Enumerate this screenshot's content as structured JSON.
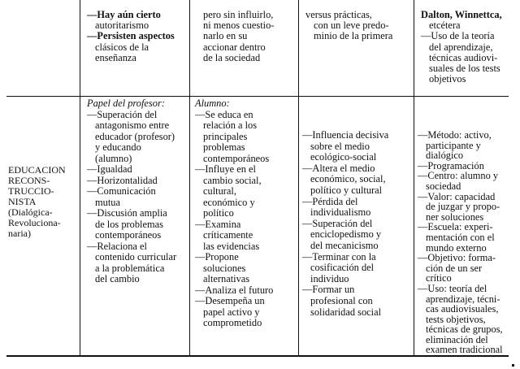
{
  "top_row": {
    "col1": [
      {
        "text": "—Hay aún cierto",
        "bold": true
      },
      {
        "text": "autoritarismo"
      },
      {
        "text": "—Persisten aspectos",
        "bold": true
      },
      {
        "text": "clásicos de la"
      },
      {
        "text": "enseñanza"
      }
    ],
    "col2": [
      {
        "text": "pero sin influirlo,"
      },
      {
        "text": "ni menos cuestio-"
      },
      {
        "text": "narlo en su"
      },
      {
        "text": "accionar dentro"
      },
      {
        "text": "de la sociedad"
      }
    ],
    "col3": [
      {
        "text": "versus prácticas,"
      },
      {
        "text": "con un leve predo-"
      },
      {
        "text": "minio de la primera"
      }
    ],
    "col4": [
      {
        "text": "Dalton, Winnettca,",
        "bold": true
      },
      {
        "text": "etcétera"
      },
      {
        "text": "—Uso de la teoría"
      },
      {
        "text": "del aprendizaje,"
      },
      {
        "text": "técnicas audiovi-"
      },
      {
        "text": "suales de los tests"
      },
      {
        "text": "objetivos"
      }
    ]
  },
  "label": [
    "EDUCACION",
    "RECONS-",
    "TRUCCIO-",
    "NISTA",
    "(Dialógica-",
    "Revoluciona-",
    "naria)"
  ],
  "main_row": {
    "col1_heading": "Papel del profesor:",
    "col1": [
      {
        "text": "—Superación del"
      },
      {
        "text": "antagonismo entre"
      },
      {
        "text": "educador (profesor)"
      },
      {
        "text": "y educando"
      },
      {
        "text": "(alumno)"
      },
      {
        "text": "—Igualdad"
      },
      {
        "text": "—Horizontalidad"
      },
      {
        "text": "—Comunicación"
      },
      {
        "text": "mutua"
      },
      {
        "text": "—Discusión amplia"
      },
      {
        "text": "de los problemas"
      },
      {
        "text": "contemporáneos"
      },
      {
        "text": "—Relaciona el"
      },
      {
        "text": "contenido curricular"
      },
      {
        "text": "a la problemática"
      },
      {
        "text": "del cambio"
      }
    ],
    "col2_heading": "Alumno:",
    "col2": [
      {
        "text": "—Se educa en"
      },
      {
        "text": "relación a los"
      },
      {
        "text": "principales"
      },
      {
        "text": "problemas"
      },
      {
        "text": "contemporáneos"
      },
      {
        "text": "—Influye en el"
      },
      {
        "text": "cambio social,"
      },
      {
        "text": "cultural,"
      },
      {
        "text": "económico y"
      },
      {
        "text": "político"
      },
      {
        "text": "—Examina"
      },
      {
        "text": "críticamente"
      },
      {
        "text": "las evidencias"
      },
      {
        "text": "—Propone"
      },
      {
        "text": "soluciones"
      },
      {
        "text": "alternativas"
      },
      {
        "text": "—Analiza el futuro"
      },
      {
        "text": "—Desempeña un"
      },
      {
        "text": "papel activo y"
      },
      {
        "text": "comprometido"
      }
    ],
    "col3": [
      {
        "text": "—Influencia decisiva"
      },
      {
        "text": "sobre el medio"
      },
      {
        "text": "ecológico-social"
      },
      {
        "text": "—Altera el medio"
      },
      {
        "text": "económico, social,"
      },
      {
        "text": "político y cultural"
      },
      {
        "text": "—Pérdida del"
      },
      {
        "text": "individualismo"
      },
      {
        "text": "—Superación del"
      },
      {
        "text": "enciclopedismo y"
      },
      {
        "text": "del mecanicismo"
      },
      {
        "text": "—Terminar con la"
      },
      {
        "text": "cosificación del"
      },
      {
        "text": "individuo"
      },
      {
        "text": "—Formar un"
      },
      {
        "text": "profesional con"
      },
      {
        "text": "solidaridad social"
      }
    ],
    "col4": [
      {
        "text": "—Método: activo,"
      },
      {
        "text": "participante y"
      },
      {
        "text": "dialógico"
      },
      {
        "text": "—Programación"
      },
      {
        "text": "—Centro: alumno y"
      },
      {
        "text": "sociedad"
      },
      {
        "text": "—Valor: capacidad"
      },
      {
        "text": "de juzgar y propo-"
      },
      {
        "text": "ner soluciones"
      },
      {
        "text": "—Escuela: experi-"
      },
      {
        "text": "mentación con el"
      },
      {
        "text": "mundo externo"
      },
      {
        "text": "—Objetivo: forma-"
      },
      {
        "text": "ción de un ser"
      },
      {
        "text": "crítico"
      },
      {
        "text": "—Uso: teoría del"
      },
      {
        "text": "aprendizaje, técni-"
      },
      {
        "text": "cas audiovisuales,"
      },
      {
        "text": "tests objetivos,"
      },
      {
        "text": "técnicas de grupos,"
      },
      {
        "text": "eliminación del"
      },
      {
        "text": "examen tradicional"
      }
    ]
  }
}
